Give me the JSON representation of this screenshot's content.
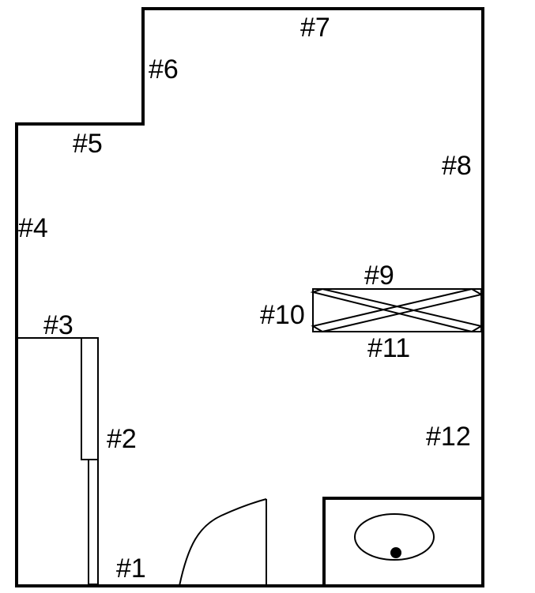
{
  "labels": {
    "w1": "#1",
    "w2": "#2",
    "w3": "#3",
    "w4": "#4",
    "w5": "#5",
    "w6": "#6",
    "w7": "#7",
    "w8": "#8",
    "w9": "#9",
    "w10": "#10",
    "w11": "#11",
    "w12": "#12"
  },
  "colors": {
    "line": "#000000",
    "background": "#ffffff"
  }
}
